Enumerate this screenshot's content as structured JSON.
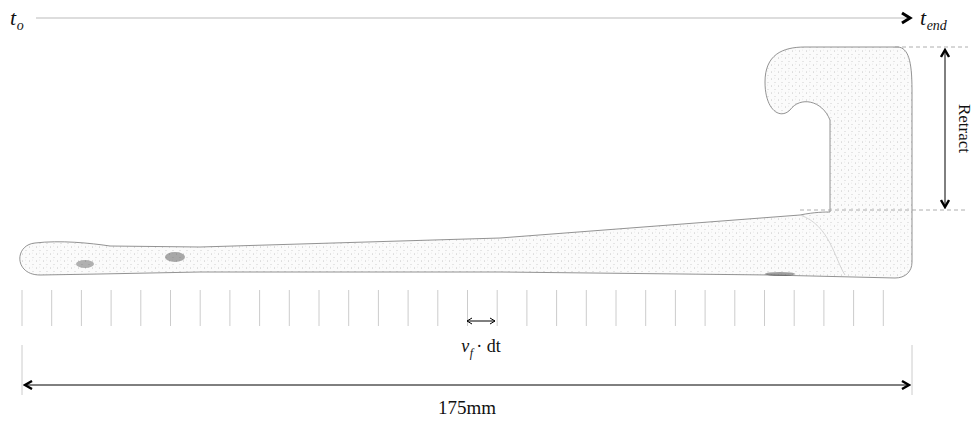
{
  "diagram": {
    "labels": [
      "t",
      "o",
      "t",
      "end",
      "Retract",
      "v",
      "f",
      "· dt",
      "175mm"
    ]
  }
}
